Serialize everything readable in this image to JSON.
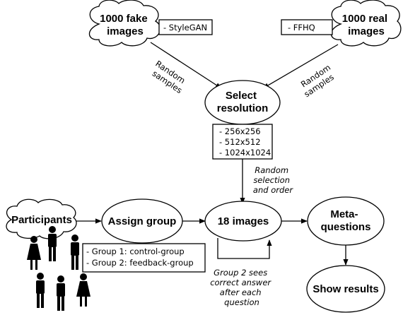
{
  "nodes": {
    "fake_cloud": [
      "1000 fake",
      "images"
    ],
    "real_cloud": [
      "1000 real",
      "images"
    ],
    "select": [
      "Select",
      "resolution"
    ],
    "participants": "Participants",
    "assign": "Assign group",
    "images18": "18 images",
    "meta": [
      "Meta-",
      "questions"
    ],
    "show": "Show results"
  },
  "boxes": {
    "stylegan": "- StyleGAN",
    "ffhq": "- FFHQ",
    "resolutions": [
      "- 256x256",
      "- 512x512",
      "- 1024x1024"
    ],
    "groups": [
      "- Group 1: control-group",
      "- Group 2: feedback-group"
    ]
  },
  "edge_labels": {
    "random_samples_left": [
      "Random",
      "samples"
    ],
    "random_samples_right": [
      "Random",
      "samples"
    ],
    "random_selection": [
      "Random",
      "selection",
      "and order"
    ],
    "group2_note": [
      "Group 2 sees",
      "correct answer",
      "after each",
      "question"
    ]
  }
}
